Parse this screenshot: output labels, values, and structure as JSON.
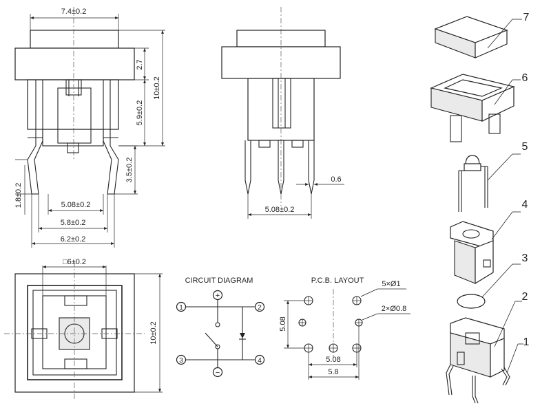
{
  "front_view": {
    "width_overall": "7.4±0.2",
    "height_top": "2.7",
    "height_body": "5.9±0.2",
    "height_total": "10±0.2",
    "pin_length": "3.5±0.2",
    "pin_foot": "1.8±0.2",
    "pitch_a": "5.08±0.2",
    "pitch_b": "5.8±0.2",
    "pitch_c": "6.2±0.2"
  },
  "side_view": {
    "pin_width": "0.6",
    "pin_pitch": "5.08±0.2"
  },
  "top_view": {
    "square_size": "□6±0.2",
    "outer_size": "10±0.2"
  },
  "circuit": {
    "title": "CIRCUIT DIAGRAM",
    "plus": "+",
    "minus": "−",
    "terminals": [
      "1",
      "2",
      "3",
      "4"
    ]
  },
  "pcb": {
    "title": "P.C.B. LAYOUT",
    "hole_large": "5×Ø1",
    "hole_small": "2×Ø0.8",
    "dim_vertical": "5.08",
    "dim_h1": "5.08",
    "dim_h2": "5.8"
  },
  "parts": {
    "numbers": [
      "7",
      "6",
      "5",
      "4",
      "3",
      "2",
      "1"
    ]
  }
}
